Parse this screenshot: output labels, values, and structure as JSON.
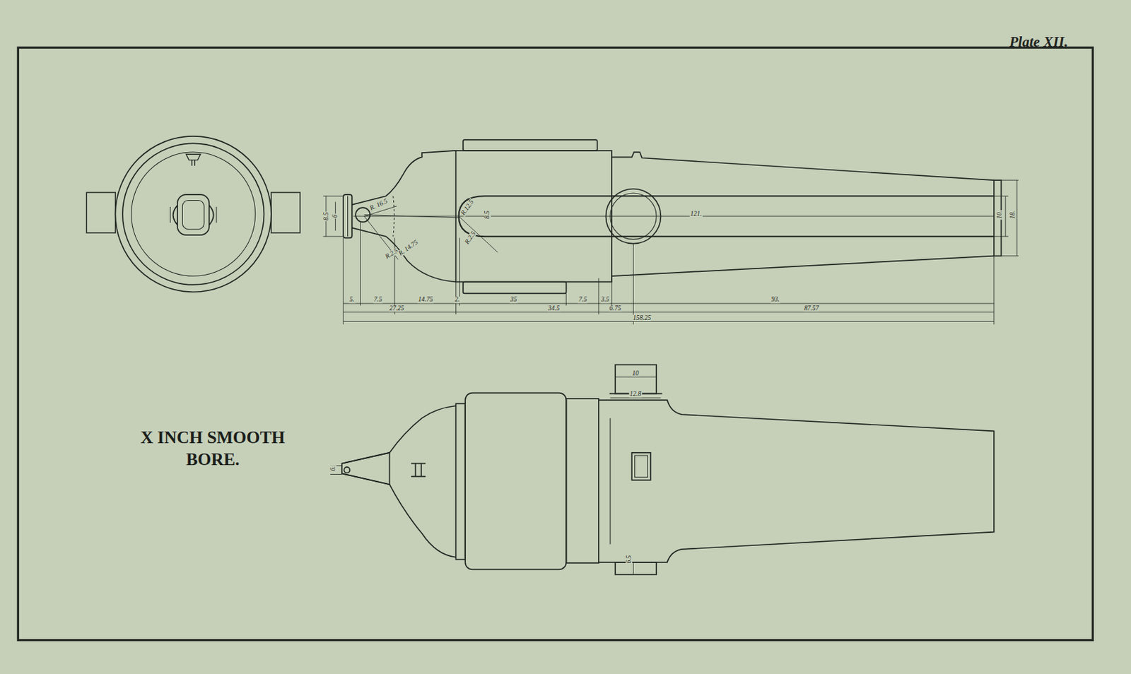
{
  "diagram": {
    "title": "X INCH SMOOTH BORE.",
    "labels": [
      "Plate XII.",
      "R. 16.5",
      "8.5",
      "6",
      "R.2.5",
      "8.5",
      "R.12.5",
      "R.2.5",
      "R. 14.75",
      "121.",
      "10.",
      "18.",
      "5.",
      "7.5",
      "14.75",
      "2.",
      "35",
      "7.5",
      "3.5",
      "93.",
      "27.25",
      "34.5",
      "6.75",
      "87.57",
      "158.25",
      "10",
      "12.8",
      "6.5",
      "6."
    ]
  }
}
